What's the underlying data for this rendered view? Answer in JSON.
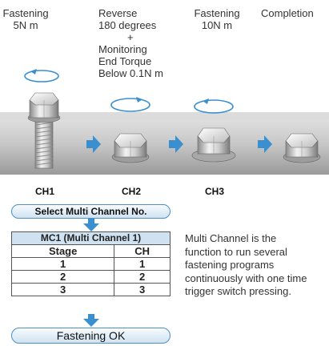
{
  "steps": [
    {
      "lines": [
        "Fastening",
        "5N m"
      ]
    },
    {
      "lines": [
        "Reverse",
        "180 degrees",
        "+",
        "Monitoring",
        "End Torque",
        "Below 0.1N m"
      ]
    },
    {
      "lines": [
        "Fastening",
        "10N m"
      ]
    },
    {
      "lines": [
        "Completion"
      ]
    }
  ],
  "channels": [
    "CH1",
    "CH2",
    "CH3"
  ],
  "select_label": "Select Multi Channel No.",
  "table": {
    "title": "MC1 (Multi Channel 1)",
    "headers": [
      "Stage",
      "CH"
    ],
    "rows": [
      [
        "1",
        "1"
      ],
      [
        "2",
        "2"
      ],
      [
        "3",
        "3"
      ]
    ]
  },
  "result_label": "Fastening OK",
  "description": [
    "Multi Channel is the",
    "function to run several",
    "fastening programs",
    "continuously with one time",
    "trigger switch pressing."
  ],
  "colors": {
    "accent": "#3a8fd0",
    "pill_border": "#4d8fc7",
    "conveyor": "#c4c4c4"
  }
}
